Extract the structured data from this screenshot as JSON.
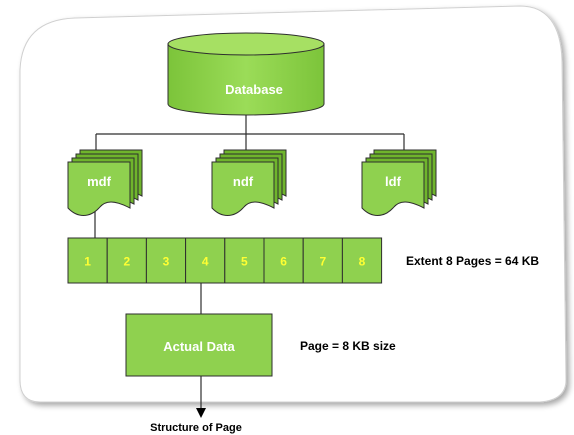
{
  "diagram": {
    "database_label": "Database",
    "files": [
      {
        "label": "mdf"
      },
      {
        "label": "ndf"
      },
      {
        "label": "ldf"
      }
    ],
    "pages": [
      "1",
      "2",
      "3",
      "4",
      "5",
      "6",
      "7",
      "8"
    ],
    "extent_label": "Extent 8 Pages = 64 KB",
    "data_box_label": "Actual Data",
    "page_size_label": "Page = 8 KB  size",
    "caption": "Structure of Page",
    "colors": {
      "fill": "#8fd14f",
      "fill_dark": "#6fb52c",
      "stroke": "#2e2e2e",
      "page_number": "#ffff33",
      "label": "#ffffff",
      "frame_shadow": "#c8c8c8"
    }
  }
}
